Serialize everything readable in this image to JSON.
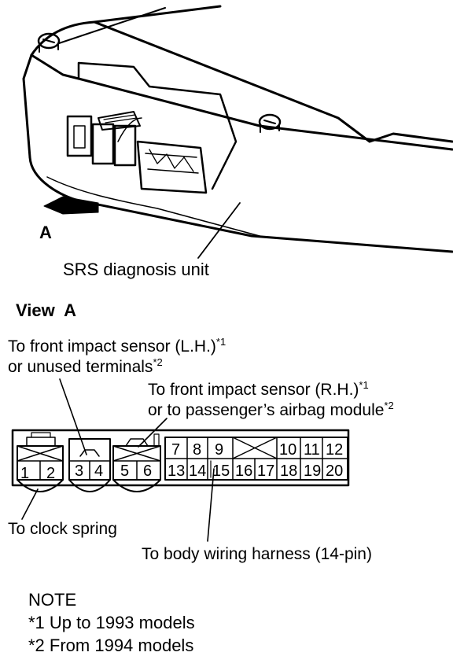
{
  "unit_drawing": {
    "caption": "SRS diagnosis unit",
    "arrow_label": "A"
  },
  "view": {
    "title": "View  A"
  },
  "callouts": {
    "left_sensor": {
      "line1": "To front impact sensor (L.H.)",
      "line1_sup": "*1",
      "line2": "or unused terminals",
      "line2_sup": "*2"
    },
    "right_sensor": {
      "line1": "To front impact sensor (R.H.)",
      "line1_sup": "*1",
      "line2": "or to passenger’s airbag module",
      "line2_sup": "*2"
    },
    "clock_spring": "To clock spring",
    "body_harness": "To body wiring harness (14-pin)"
  },
  "connector_pins": {
    "group1": [
      "1",
      "2"
    ],
    "group2": [
      "3",
      "4"
    ],
    "group3": [
      "5",
      "6"
    ],
    "block_top": [
      "7",
      "8",
      "9",
      "10",
      "11",
      "12"
    ],
    "block_bottom": [
      "13",
      "14",
      "15",
      "16",
      "17",
      "18",
      "19",
      "20"
    ]
  },
  "note": {
    "heading": "NOTE",
    "items": [
      "*1 Up to 1993 models",
      "*2 From 1994 models"
    ]
  }
}
